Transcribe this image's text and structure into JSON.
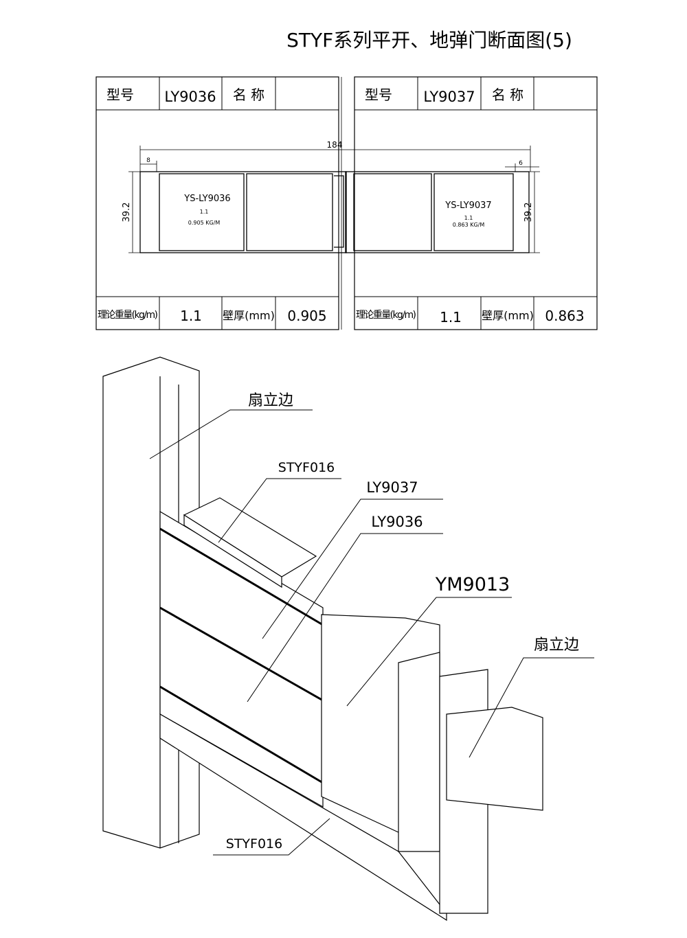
{
  "title": "STYF系列平开、地弹门断面图(5)",
  "tables": [
    {
      "model_label": "型号",
      "model": "LY9036",
      "name_label": "名 称",
      "name": "",
      "weight_label": "理论重量(kg/m)",
      "weight": "1.1",
      "thickness_label": "壁厚(mm)",
      "thickness": "0.905",
      "profile_code": "YS-LY9036",
      "profile_weight": "1.1",
      "profile_kgm": "0.905 KG/M",
      "dim_height": "39.2",
      "dim_small": "8"
    },
    {
      "model_label": "型号",
      "model": "LY9037",
      "name_label": "名 称",
      "name": "",
      "weight_label": "理论重量(kg/m)",
      "weight": "1.1",
      "thickness_label": "壁厚(mm)",
      "thickness": "0.863",
      "profile_code": "YS-LY9037",
      "profile_weight": "1.1",
      "profile_kgm": "0.863 KG/M",
      "dim_height": "39.2",
      "dim_small": "6"
    }
  ],
  "dim_total": "184",
  "callouts": {
    "sash_stile_top": "扇立边",
    "styf016_top": "STYF016",
    "ly9037": "LY9037",
    "ly9036": "LY9036",
    "ym9013": "YM9013",
    "sash_stile_right": "扇立边",
    "styf016_bottom": "STYF016"
  }
}
